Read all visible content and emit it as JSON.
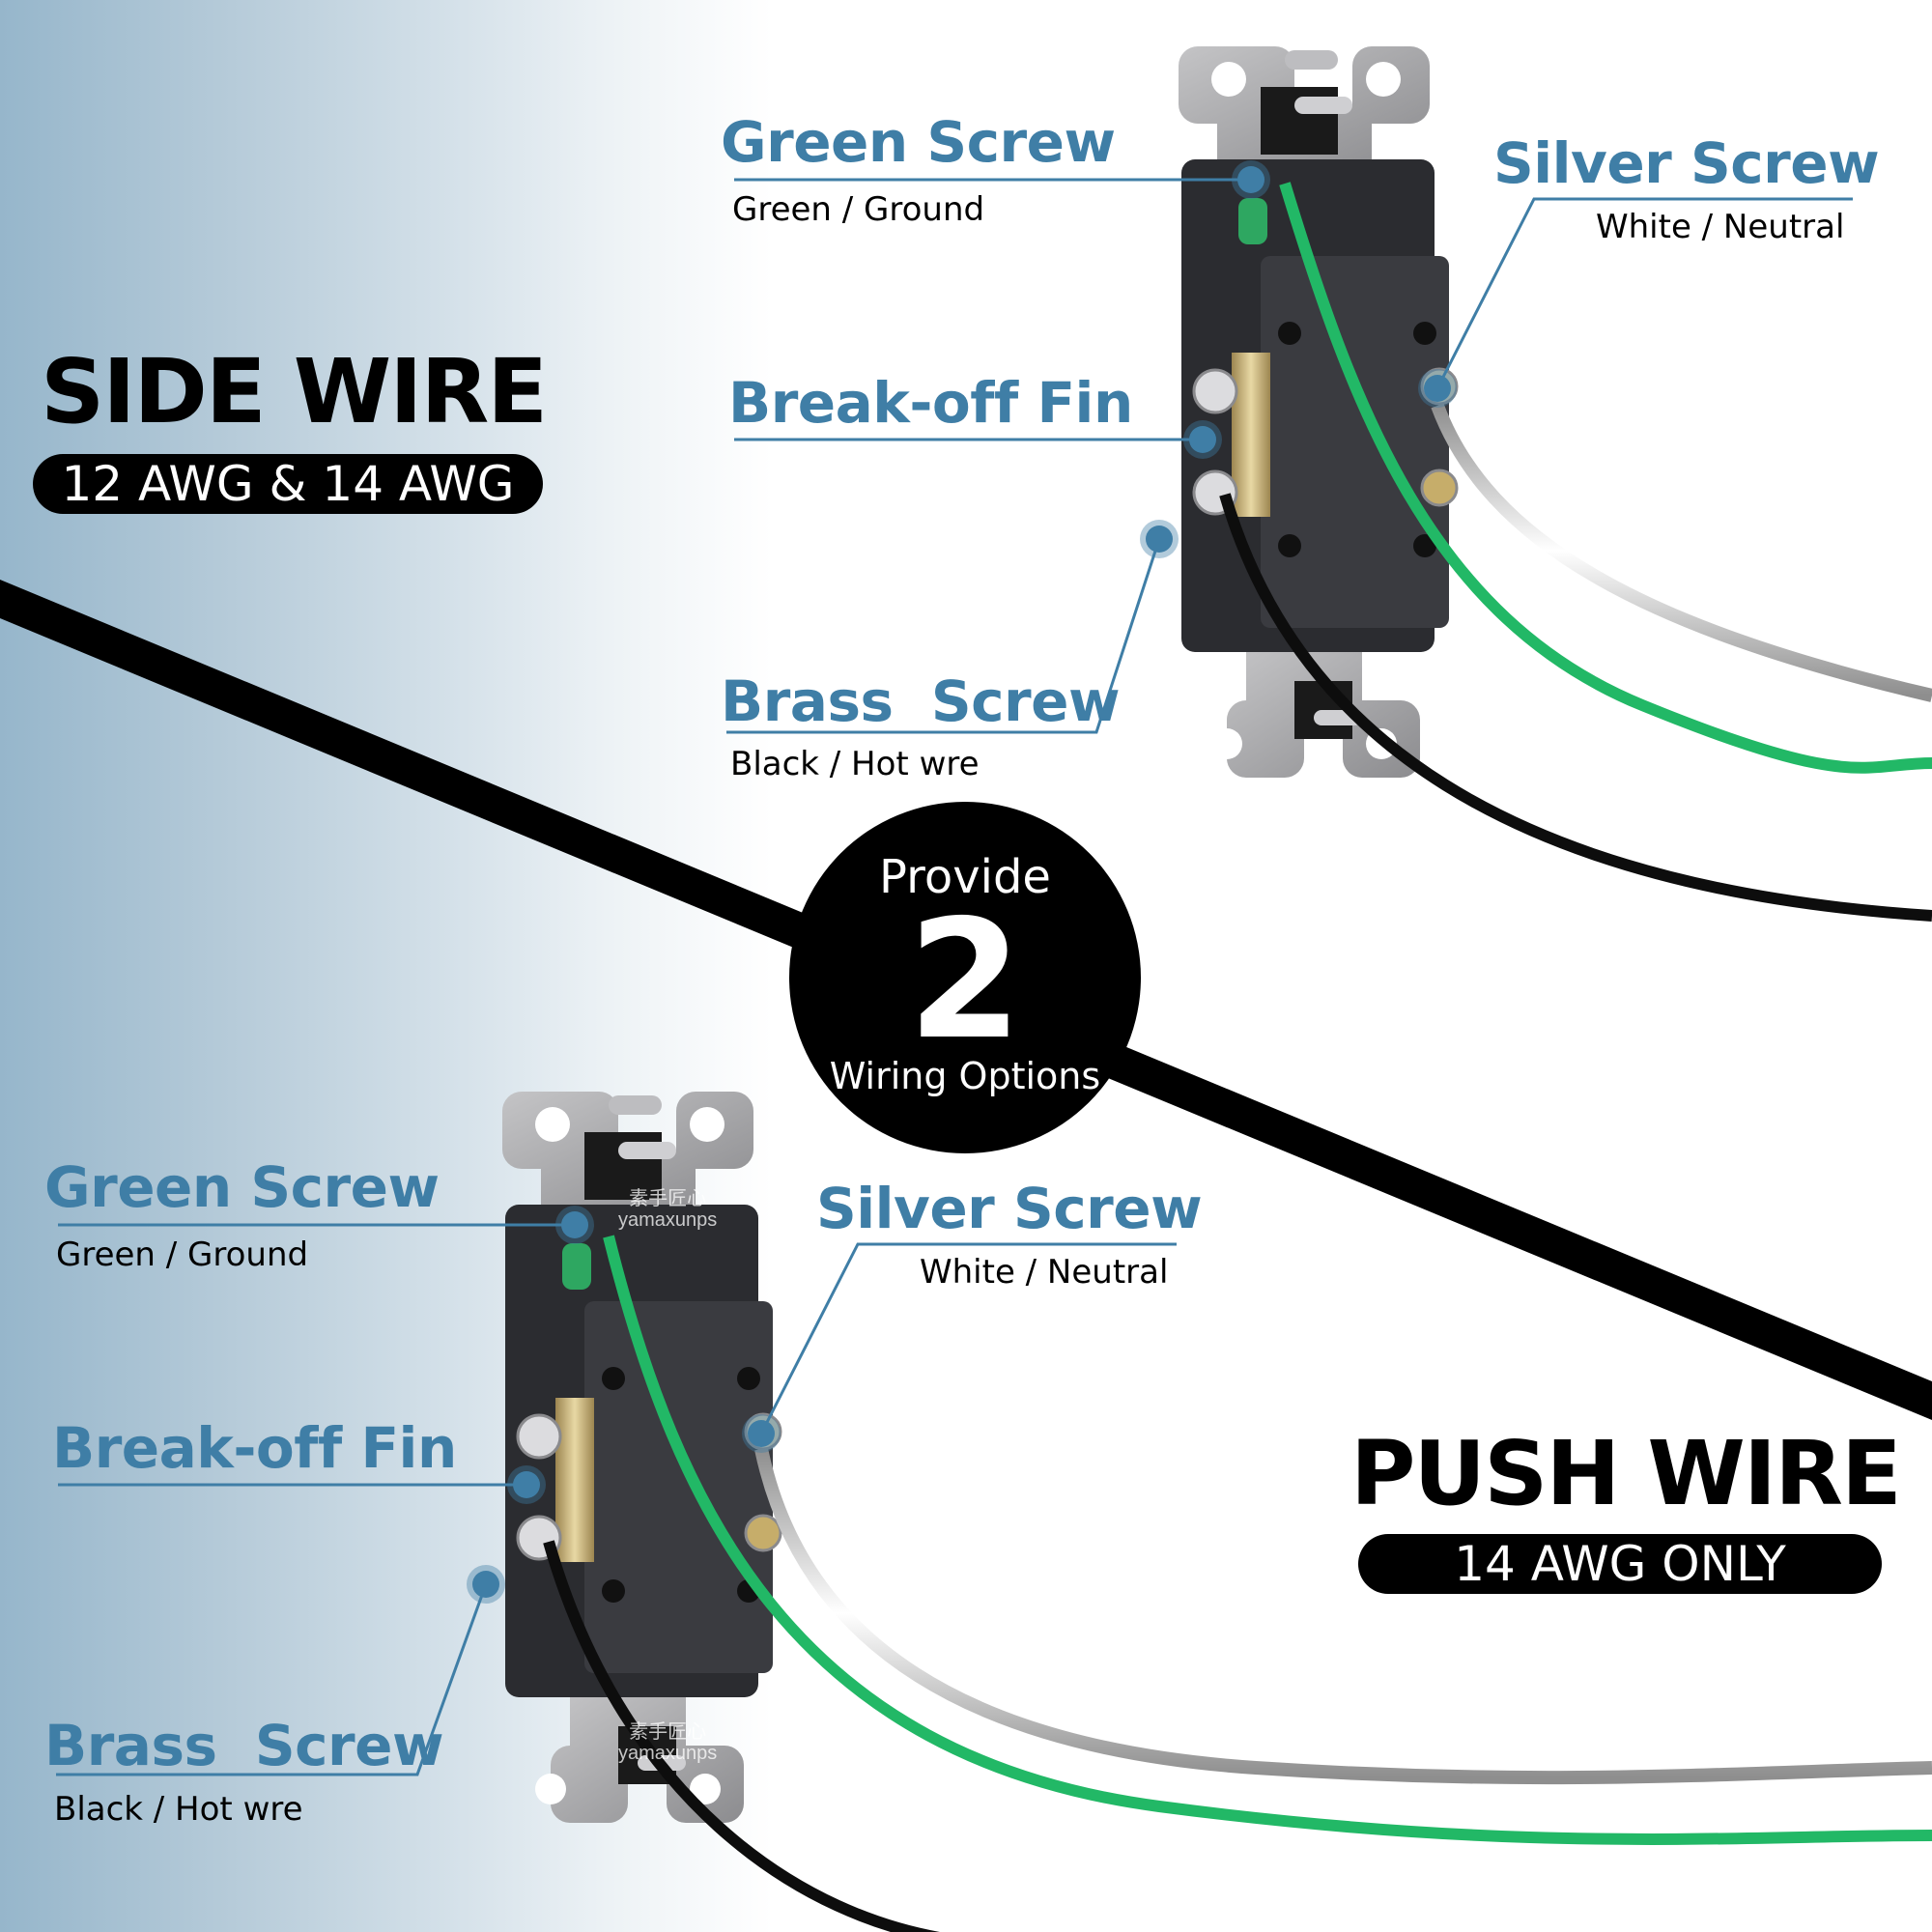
{
  "side_wire": {
    "title": "SIDE WIRE",
    "gauge": "12 AWG & 14 AWG",
    "labels": {
      "green_screw": {
        "title": "Green Screw",
        "sub": "Green / Ground"
      },
      "silver_screw": {
        "title": "Silver Screw",
        "sub": "White / Neutral"
      },
      "break_off_fin": {
        "title": "Break-off Fin"
      },
      "brass_screw": {
        "title": "Brass  Screw",
        "sub": "Black / Hot wre"
      }
    }
  },
  "push_wire": {
    "title": "PUSH WIRE",
    "gauge": "14 AWG ONLY",
    "labels": {
      "green_screw": {
        "title": "Green Screw",
        "sub": "Green / Ground"
      },
      "silver_screw": {
        "title": "Silver Screw",
        "sub": "White / Neutral"
      },
      "break_off_fin": {
        "title": "Break-off Fin"
      },
      "brass_screw": {
        "title": "Brass  Screw",
        "sub": "Black / Hot wre"
      }
    }
  },
  "badge": {
    "line1": "Provide",
    "number": "2",
    "line2": "Wiring Options"
  },
  "watermark": {
    "cn": "素手匠心",
    "en": "yamaxunps"
  },
  "colors": {
    "accent": "#3f7ea6",
    "wire_green": "#1fa35a",
    "wire_white": "#e6e6e6",
    "wire_black": "#111111",
    "device_body": "#2b2c30",
    "strap": "#a9a9ab",
    "brass": "#c8b27a"
  },
  "icons": [
    "callout-dot-icon",
    "wiring-device-icon",
    "mounting-strap-icon",
    "terminal-screw-icon"
  ]
}
